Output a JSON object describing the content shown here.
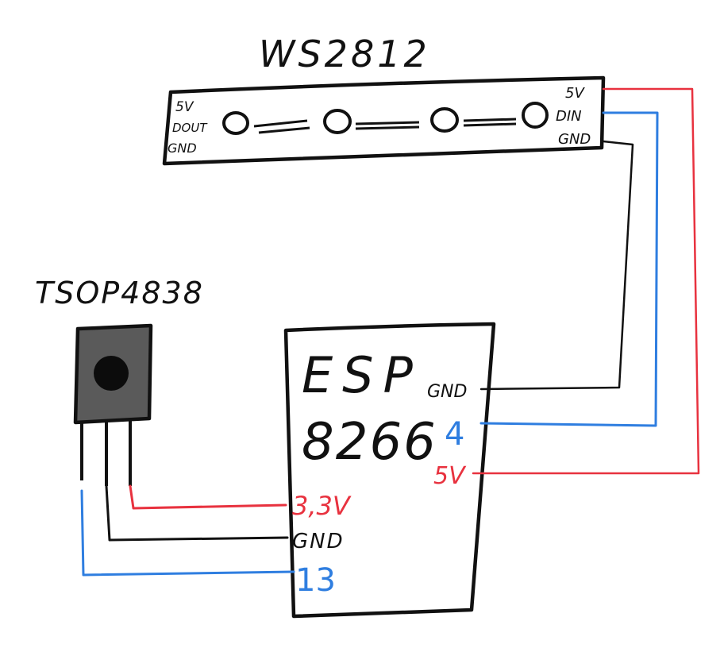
{
  "colors": {
    "ink": "#111111",
    "red": "#e8323f",
    "blue": "#2f7ee0",
    "sensor_fill": "#5a5a5a",
    "background": "#ffffff"
  },
  "strip": {
    "title": "WS2812",
    "left_pins": [
      "5V",
      "DOUT",
      "GND"
    ],
    "right_pins": [
      "5V",
      "DIN",
      "GND"
    ],
    "led_count": 4
  },
  "sensor": {
    "title": "TSOP4838"
  },
  "esp": {
    "title_line1": "ESP",
    "title_line2": "8266",
    "right_labels": {
      "gnd": "GND",
      "data": "4",
      "power": "5V"
    },
    "left_labels": {
      "power": "3,3V",
      "gnd": "GND",
      "data": "13"
    }
  }
}
